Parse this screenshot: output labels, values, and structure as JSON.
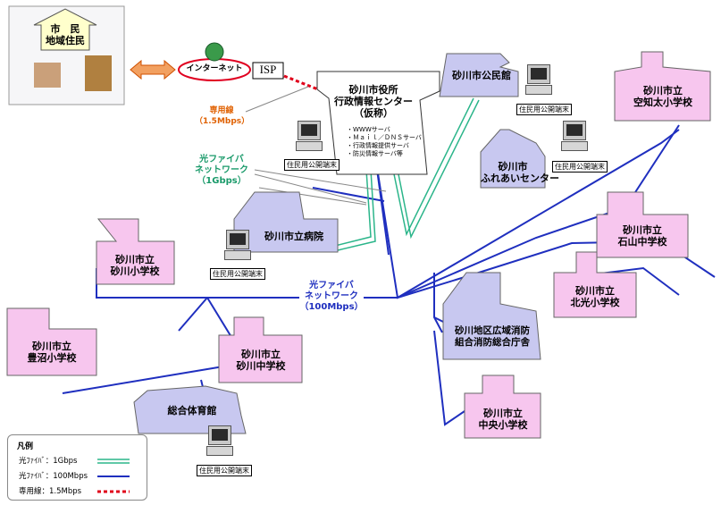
{
  "citizens": {
    "line1": "市　民",
    "line2": "地域住民"
  },
  "internet": {
    "label": "インターネット"
  },
  "isp": {
    "label": "ISP"
  },
  "leased_label": {
    "line1": "専用線",
    "line2": "（1.5Mbps）"
  },
  "fiber_1g_label": {
    "line1": "光ファイバ",
    "line2": "ネットワーク",
    "line3": "（1Gbps）"
  },
  "fiber_100m_label": {
    "line1": "光ファイバ",
    "line2": "ネットワーク",
    "line3": "（100Mbps）"
  },
  "city_hall": {
    "line1": "砂川市役所",
    "line2": "行政情報センター",
    "line3": "（仮称）",
    "servers": [
      "・WWWサーバ",
      "・Ｍａｉｌ／ＤＮＳサーバ",
      "・行政情報提供サーバ",
      "・防災情報サーバ等"
    ]
  },
  "terminal_label": "住民用公開端末",
  "facilities": {
    "community_hall": "砂川市公民館",
    "fureai": {
      "line1": "砂川市",
      "line2": "ふれあいセンター"
    },
    "sorachibuto": {
      "line1": "砂川市立",
      "line2": "空知太小学校"
    },
    "ishiyama": {
      "line1": "砂川市立",
      "line2": "石山中学校"
    },
    "hokko": {
      "line1": "砂川市立",
      "line2": "北光小学校"
    },
    "hospital": "砂川市立病院",
    "sunagawa_elem": {
      "line1": "砂川市立",
      "line2": "砂川小学校"
    },
    "toyonuma": {
      "line1": "砂川市立",
      "line2": "豊沼小学校"
    },
    "sunagawa_jh": {
      "line1": "砂川市立",
      "line2": "砂川中学校"
    },
    "gym": "総合体育館",
    "fire": {
      "line1": "砂川地区広域消防",
      "line2": "組合消防総合庁舎"
    },
    "chuo": {
      "line1": "砂川市立",
      "line2": "中央小学校"
    }
  },
  "legend": {
    "title": "凡例",
    "items": [
      {
        "label": "光ﾌｧｲﾊﾞ：1Gbps",
        "color": "#2bb58a"
      },
      {
        "label": "光ﾌｧｲﾊﾞ：100Mbps",
        "color": "#1f2fbf"
      },
      {
        "label": "専用線：1.5Mbps",
        "color": "#e0001a"
      }
    ]
  },
  "colors": {
    "fiber_100m": "#1f2fbf",
    "fiber_1g": "#2bb58a",
    "leased": "#e0001a",
    "pink": "#f7c6ee",
    "lavender": "#c8c8f0"
  }
}
